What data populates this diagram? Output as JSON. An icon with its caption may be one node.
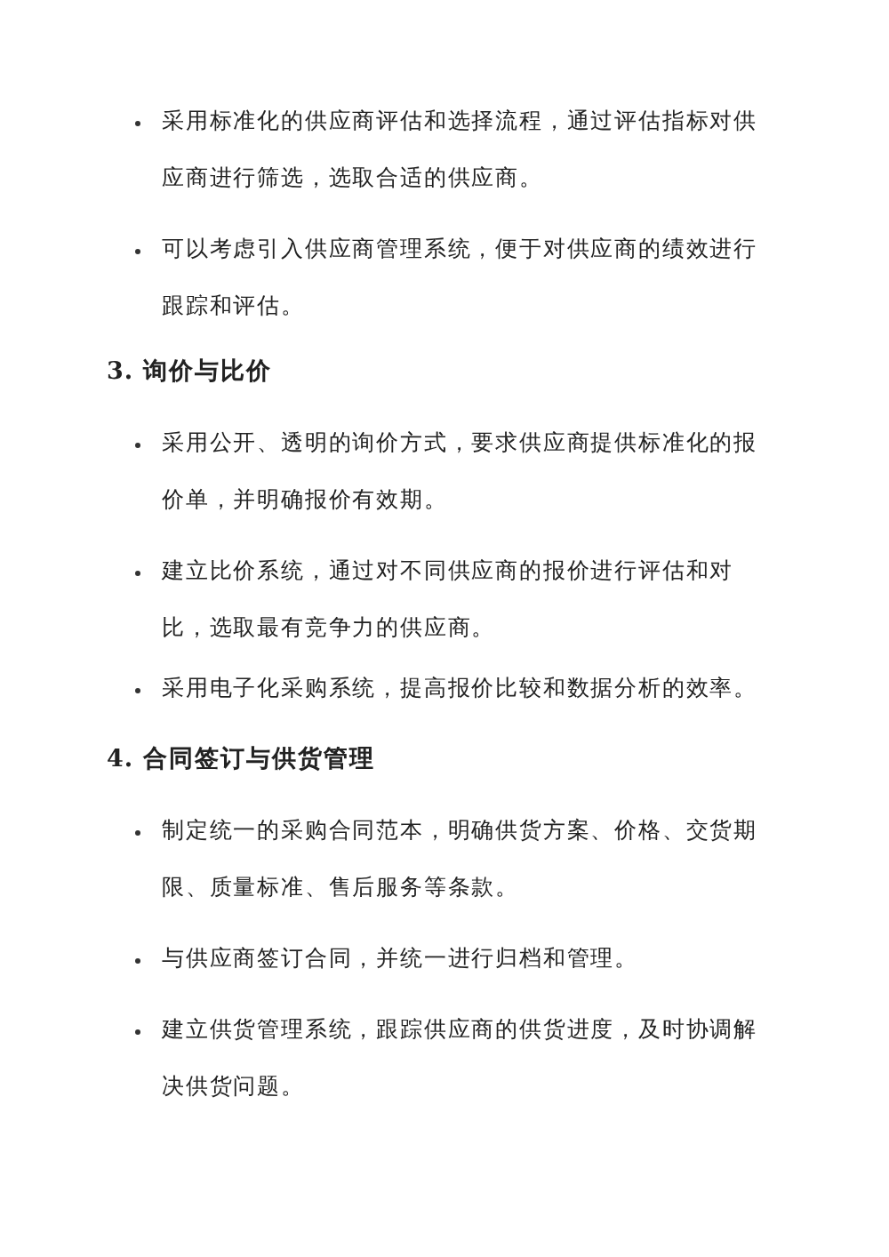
{
  "diagram": {
    "labels": [
      "采用标准化的供应商评估和选择流程，通过评估指标对供应商进行筛选，选取合适的供应商。",
      "可以考虑引入供应商管理系统，便于对供应商的绩效进行跟踪和评估。",
      "3. 询价与比价",
      "采用公开、透明的询价方式，要求供应商提供标准化的报价单，并明确报价有效期。",
      "建立比价系统，通过对不同供应商的报价进行评估和对比，选取最有竞争力的供应商。",
      "采用电子化采购系统，提高报价比较和数据分析的效率。",
      "4. 合同签订与供货管理",
      "制定统一的采购合同范本，明确供货方案、价格、交货期限、质量标准、售后服务等条款。",
      "与供应商签订合同，并统一进行归档和管理。",
      "建立供货管理系统，跟踪供应商的供货进度，及时协调解决供货问题。"
    ]
  }
}
